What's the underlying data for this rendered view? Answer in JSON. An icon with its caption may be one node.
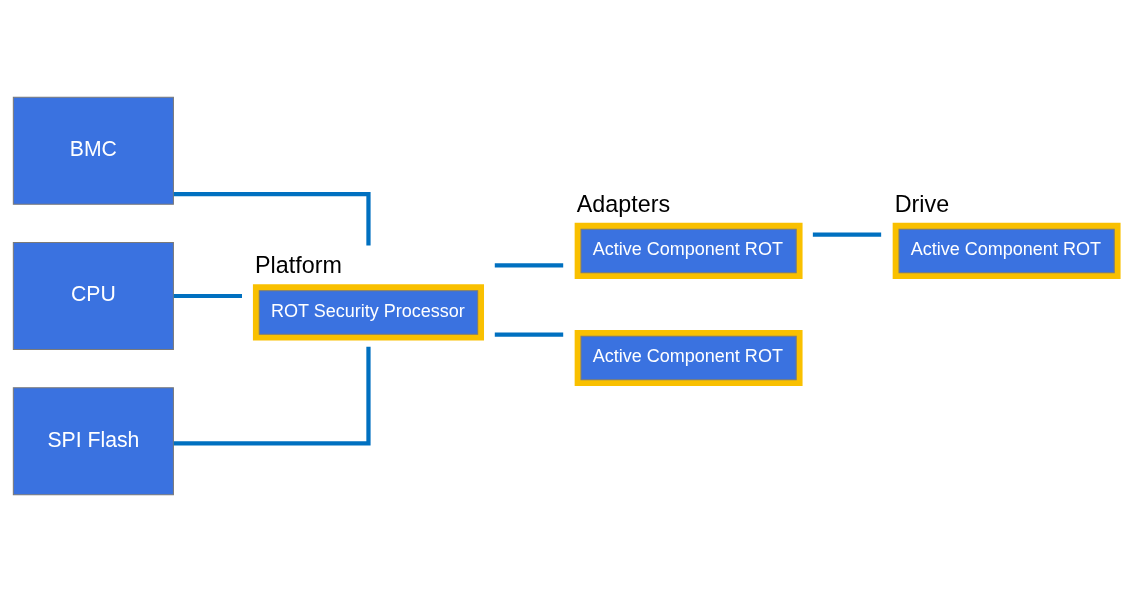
{
  "diagram": {
    "nodes": [
      {
        "text": [
          "BMC"
        ]
      },
      {
        "text": [
          "CPU"
        ]
      },
      {
        "text": [
          "SPI Flash"
        ]
      },
      {
        "text": [
          "Platform",
          "ROT Security Processor"
        ]
      },
      {
        "text": [
          "Adapters",
          "Active Component ROT"
        ]
      },
      {
        "text": [
          "Active Component ROT"
        ]
      },
      {
        "text": [
          "Drive",
          "Active Component ROT"
        ]
      }
    ],
    "edges": [
      {
        "from": 0,
        "to": 3,
        "arrow": "none"
      },
      {
        "from": 1,
        "to": 3,
        "arrow": "none"
      },
      {
        "from": 2,
        "to": 3,
        "arrow": "none"
      },
      {
        "from": 3,
        "to": 4,
        "arrow": "none"
      },
      {
        "from": 3,
        "to": 5,
        "arrow": "none"
      },
      {
        "from": 4,
        "to": 6,
        "arrow": "none"
      }
    ]
  }
}
